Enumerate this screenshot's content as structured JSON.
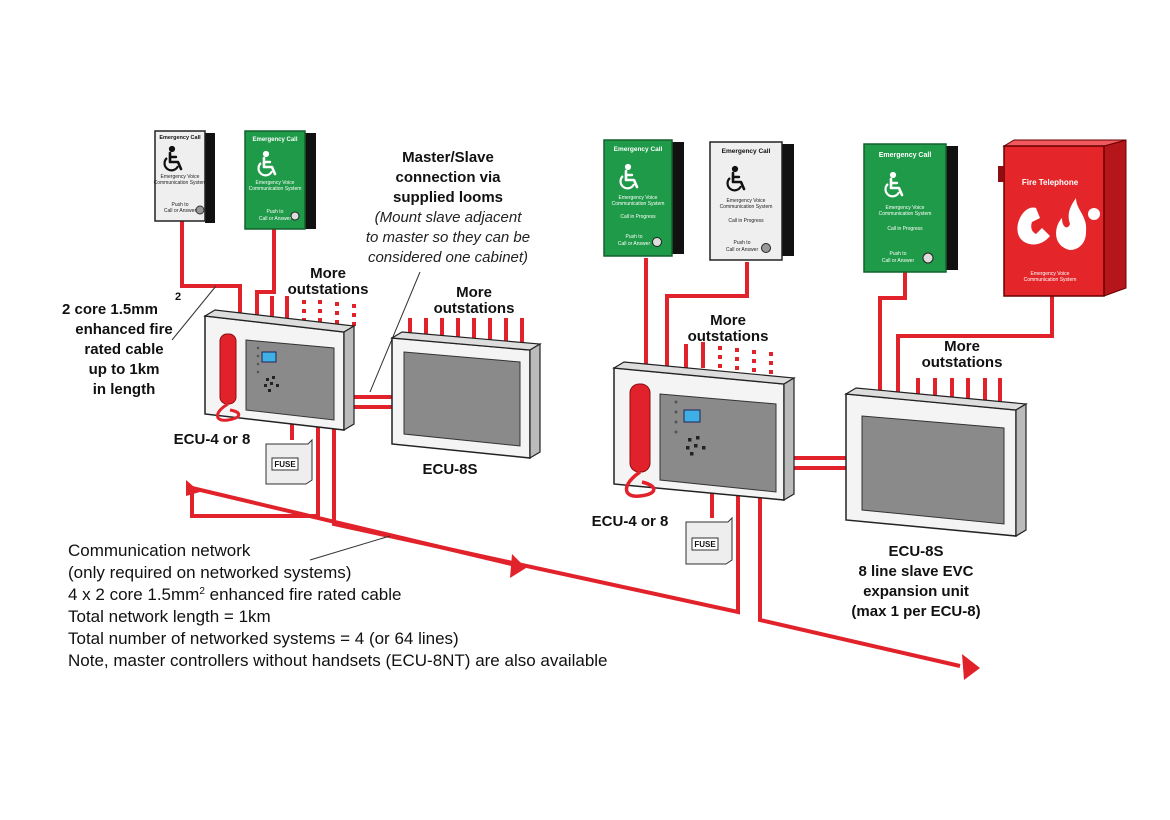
{
  "panel_texts": {
    "emergency_call": "Emergency Call",
    "evcs_line1": "Emergency Voice",
    "evcs_line2": "Communication System",
    "call_in_progress": "Call in Progress",
    "push_line1": "Push to",
    "push_line2": "Call or Answer",
    "fire_telephone": "Fire Telephone",
    "fuse": "FUSE"
  },
  "labels": {
    "cable_l1": "2 core 1.5mm",
    "cable_sup": "2",
    "cable_l2": "enhanced fire",
    "cable_l3": "rated cable",
    "cable_l4": "up to 1km",
    "cable_l5": "in length",
    "more_outstations_1": "More",
    "more_outstations_2": "outstations",
    "master_slave_l1": "Master/Slave",
    "master_slave_l2": "connection via",
    "master_slave_l3": "supplied looms",
    "mount_note_l1": "(Mount slave adjacent",
    "mount_note_l2": "to master so they can be",
    "mount_note_l3": "considered one cabinet)",
    "ecu_left": "ECU-4 or 8",
    "ecu_slave_left": "ECU-8S",
    "ecu_right": "ECU-4 or 8",
    "ecu8s_right_l1": "ECU-8S",
    "ecu8s_right_l2": "8 line slave EVC",
    "ecu8s_right_l3": "expansion unit",
    "ecu8s_right_l4": "(max 1 per ECU-8)"
  },
  "network_notes": {
    "l1": "Communication network",
    "l2": "(only required on networked systems)",
    "l3a": "4 x 2 core 1.5mm",
    "l3sup": "2",
    "l3b": " enhanced fire rated cable",
    "l4": "Total network length = 1km",
    "l5": "Total number of networked systems = 4 (or 64 lines)",
    "l6": "Note, master controllers without handsets (ECU-8NT) are also available"
  },
  "colors": {
    "cable_red": "#e2222b",
    "panel_green": "#1f9a48",
    "panel_white": "#efefef",
    "fire_red": "#e4262a",
    "screen_grey": "#8a8a8a",
    "lcd_blue": "#3fb0e6"
  }
}
